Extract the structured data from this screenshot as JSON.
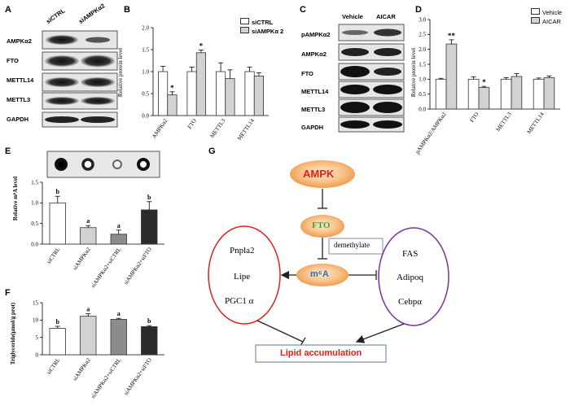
{
  "panels": {
    "A": {
      "letter": "A",
      "lane_labels": [
        "siCTRL",
        "siAMPKα2"
      ],
      "rows": [
        "AMPKα2",
        "FTO",
        "METTL14",
        "METTL3",
        "GAPDH"
      ]
    },
    "B": {
      "letter": "B",
      "ylabel": "Relative protein level",
      "legend": [
        "siCTRL",
        "siAMPKα 2"
      ]
    },
    "C": {
      "letter": "C",
      "lane_labels": [
        "Vehicle",
        "AICAR"
      ],
      "rows": [
        "pAMPKα2",
        "AMPKα2",
        "FTO",
        "METTL14",
        "METTL3",
        "GAPDH"
      ]
    },
    "D": {
      "letter": "D",
      "ylabel": "Relative protein level",
      "legend": [
        "Vehicle",
        "AICAR"
      ]
    },
    "E": {
      "letter": "E",
      "ylabel": "Relative m⁶A level"
    },
    "F": {
      "letter": "F",
      "ylabel": "Triglyceride(μmol/g prot)"
    },
    "G": {
      "letter": "G",
      "ampk": "AMPK",
      "fto": "FTO",
      "m6a": "m⁶A",
      "demethylate": "demethylate",
      "left_genes": [
        "Pnpla2",
        "Lipe",
        "PGC1 α"
      ],
      "right_genes": [
        "FAS",
        "Adipoq",
        "Cebpα"
      ],
      "lipid": "Lipid accumulation"
    }
  },
  "colors": {
    "white_bar": "#ffffff",
    "light_bar": "#d2d2d2",
    "mid_bar": "#8c8c8c",
    "dark_bar": "#2b2b2b",
    "ampk_red": "#e0201a",
    "fto_green": "#3aa536",
    "m6a_blue": "#2a6fb8",
    "left_ellipse": "#e0201a",
    "right_ellipse": "#7b2f9c"
  },
  "chart_data": [
    {
      "panel": "B",
      "type": "bar",
      "categories": [
        "AMPKα2",
        "FTO",
        "METTL3",
        "METTL14"
      ],
      "series": [
        {
          "name": "siCTRL",
          "values": [
            1.0,
            1.0,
            1.0,
            1.0
          ],
          "errors": [
            0.12,
            0.1,
            0.2,
            0.1
          ]
        },
        {
          "name": "siAMPKα 2",
          "values": [
            0.47,
            1.43,
            0.84,
            0.9
          ],
          "errors": [
            0.07,
            0.06,
            0.2,
            0.07
          ]
        }
      ],
      "significance": [
        [
          "",
          "*"
        ],
        [
          "",
          "*"
        ],
        [
          "",
          ""
        ],
        [
          "",
          ""
        ]
      ],
      "ylim": [
        0,
        2.0
      ],
      "yticks": [
        "0.0",
        "0.5",
        "1.0",
        "1.5",
        "2.0"
      ]
    },
    {
      "panel": "D",
      "type": "bar",
      "categories": [
        "pAMPKα2/AMPKα2",
        "FTO",
        "METTL3",
        "METTL14"
      ],
      "series": [
        {
          "name": "Vehicle",
          "values": [
            1.0,
            1.0,
            1.0,
            1.0
          ],
          "errors": [
            0.03,
            0.08,
            0.05,
            0.04
          ]
        },
        {
          "name": "AICAR",
          "values": [
            2.18,
            0.72,
            1.09,
            1.05
          ],
          "errors": [
            0.14,
            0.04,
            0.1,
            0.06
          ]
        }
      ],
      "significance": [
        [
          "",
          "**"
        ],
        [
          "",
          "*"
        ],
        [
          "",
          ""
        ],
        [
          "",
          ""
        ]
      ],
      "ylim": [
        0,
        3.0
      ],
      "yticks": [
        "0.0",
        "0.5",
        "1.0",
        "1.5",
        "2.0",
        "2.5",
        "3.0"
      ]
    },
    {
      "panel": "E",
      "type": "bar",
      "categories": [
        "siCTRL",
        "siAMPKα2",
        "siAMPKα2+siCTRL",
        "siAMPKα2+siFTO"
      ],
      "values": [
        1.0,
        0.4,
        0.24,
        0.83
      ],
      "errors": [
        0.16,
        0.05,
        0.1,
        0.2
      ],
      "letters": [
        "b",
        "a",
        "a",
        "b"
      ],
      "ylim": [
        0,
        1.5
      ],
      "yticks": [
        "0.0",
        "0.5",
        "1.0",
        "1.5"
      ]
    },
    {
      "panel": "F",
      "type": "bar",
      "categories": [
        "siCTRL",
        "siAMPKα2",
        "siAMPKα2+siCTRL",
        "siAMPKα2+siFTO"
      ],
      "values": [
        7.6,
        11.1,
        10.2,
        8.1
      ],
      "errors": [
        0.6,
        0.7,
        0.3,
        0.3
      ],
      "letters": [
        "b",
        "a",
        "a",
        "b"
      ],
      "ylim": [
        0,
        15
      ],
      "yticks": [
        "0",
        "5",
        "10",
        "15"
      ]
    }
  ]
}
